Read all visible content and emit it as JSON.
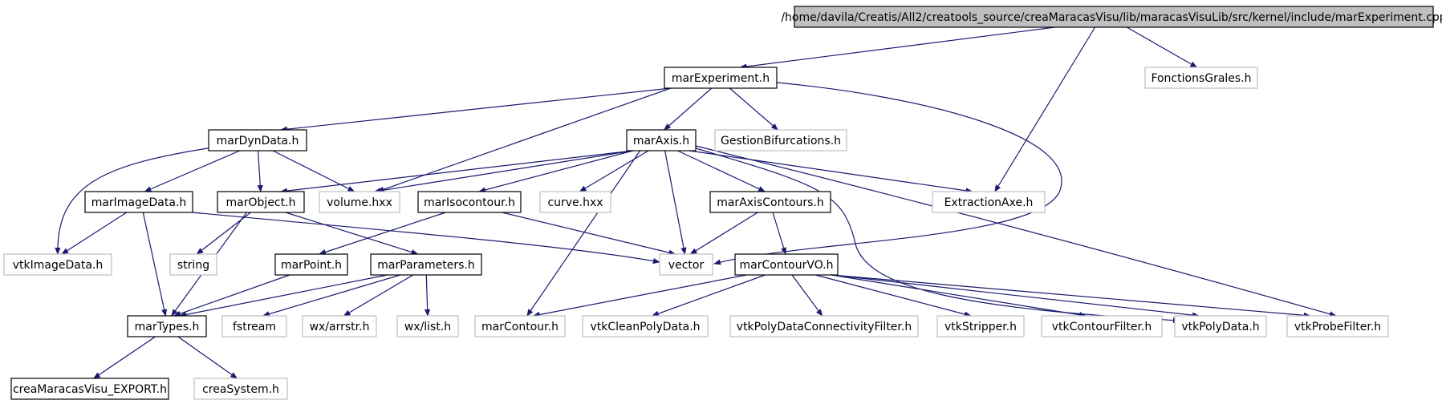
{
  "diagram": {
    "colors": {
      "edge": "#191970",
      "root_fill": "#bfbfbf",
      "documented_border": "#000000",
      "undocumented_border": "#bfbfbf",
      "node_fill": "#ffffff"
    },
    "nodes": [
      {
        "id": "root",
        "label": "/home/davila/Creatis/All2/creatools_source/creaMaracasVisu/lib/maracasVisuLib/src/kernel/include/marExperiment.cpp",
        "style": "root"
      },
      {
        "id": "marExperiment",
        "label": "marExperiment.h",
        "style": "documented"
      },
      {
        "id": "FonctionsGrales",
        "label": "FonctionsGrales.h",
        "style": "external"
      },
      {
        "id": "marDynData",
        "label": "marDynData.h",
        "style": "documented"
      },
      {
        "id": "marAxis",
        "label": "marAxis.h",
        "style": "documented"
      },
      {
        "id": "GestionBifurcations",
        "label": "GestionBifurcations.h",
        "style": "external"
      },
      {
        "id": "marImageData",
        "label": "marImageData.h",
        "style": "documented"
      },
      {
        "id": "marObject",
        "label": "marObject.h",
        "style": "documented"
      },
      {
        "id": "volume",
        "label": "volume.hxx",
        "style": "external"
      },
      {
        "id": "marIsocontour",
        "label": "marIsocontour.h",
        "style": "documented"
      },
      {
        "id": "curve",
        "label": "curve.hxx",
        "style": "external"
      },
      {
        "id": "marAxisContours",
        "label": "marAxisContours.h",
        "style": "documented"
      },
      {
        "id": "ExtractionAxe",
        "label": "ExtractionAxe.h",
        "style": "external"
      },
      {
        "id": "vtkImageData",
        "label": "vtkImageData.h",
        "style": "external"
      },
      {
        "id": "string",
        "label": "string",
        "style": "external"
      },
      {
        "id": "marPoint",
        "label": "marPoint.h",
        "style": "documented"
      },
      {
        "id": "marParameters",
        "label": "marParameters.h",
        "style": "documented"
      },
      {
        "id": "vector",
        "label": "vector",
        "style": "external"
      },
      {
        "id": "marContourVO",
        "label": "marContourVO.h",
        "style": "documented"
      },
      {
        "id": "marTypes",
        "label": "marTypes.h",
        "style": "documented"
      },
      {
        "id": "fstream",
        "label": "fstream",
        "style": "external"
      },
      {
        "id": "arrstr",
        "label": "wx/arrstr.h",
        "style": "external"
      },
      {
        "id": "wxlist",
        "label": "wx/list.h",
        "style": "external"
      },
      {
        "id": "marContour",
        "label": "marContour.h",
        "style": "external"
      },
      {
        "id": "vtkCleanPolyData",
        "label": "vtkCleanPolyData.h",
        "style": "external"
      },
      {
        "id": "vtkPolyDataConnectivityFilter",
        "label": "vtkPolyDataConnectivityFilter.h",
        "style": "external"
      },
      {
        "id": "vtkStripper",
        "label": "vtkStripper.h",
        "style": "external"
      },
      {
        "id": "vtkContourFilter",
        "label": "vtkContourFilter.h",
        "style": "external"
      },
      {
        "id": "vtkPolyData",
        "label": "vtkPolyData.h",
        "style": "external"
      },
      {
        "id": "vtkProbeFilter",
        "label": "vtkProbeFilter.h",
        "style": "external"
      },
      {
        "id": "creaMaracasVisuExport",
        "label": "creaMaracasVisu_EXPORT.h",
        "style": "documented"
      },
      {
        "id": "creaSystem",
        "label": "creaSystem.h",
        "style": "external"
      }
    ],
    "edges": [
      [
        "root",
        "marExperiment"
      ],
      [
        "root",
        "FonctionsGrales"
      ],
      [
        "root",
        "ExtractionAxe"
      ],
      [
        "marExperiment",
        "marDynData"
      ],
      [
        "marExperiment",
        "volume"
      ],
      [
        "marExperiment",
        "marAxis"
      ],
      [
        "marExperiment",
        "GestionBifurcations"
      ],
      [
        "marExperiment",
        "vector"
      ],
      [
        "marDynData",
        "vtkImageData"
      ],
      [
        "marDynData",
        "marImageData"
      ],
      [
        "marDynData",
        "marObject"
      ],
      [
        "marDynData",
        "volume"
      ],
      [
        "marAxis",
        "marObject"
      ],
      [
        "marAxis",
        "volume"
      ],
      [
        "marAxis",
        "marIsocontour"
      ],
      [
        "marAxis",
        "curve"
      ],
      [
        "marAxis",
        "marAxisContours"
      ],
      [
        "marAxis",
        "ExtractionAxe"
      ],
      [
        "marAxis",
        "vector"
      ],
      [
        "marAxis",
        "marContour"
      ],
      [
        "marAxis",
        "vtkPolyData"
      ],
      [
        "marAxis",
        "vtkProbeFilter"
      ],
      [
        "marImageData",
        "vtkImageData"
      ],
      [
        "marImageData",
        "marTypes"
      ],
      [
        "marImageData",
        "vector"
      ],
      [
        "marObject",
        "string"
      ],
      [
        "marObject",
        "marTypes"
      ],
      [
        "marObject",
        "marParameters"
      ],
      [
        "marIsocontour",
        "marPoint"
      ],
      [
        "marIsocontour",
        "vector"
      ],
      [
        "marAxisContours",
        "vector"
      ],
      [
        "marAxisContours",
        "marContourVO"
      ],
      [
        "marPoint",
        "marTypes"
      ],
      [
        "marParameters",
        "marTypes"
      ],
      [
        "marParameters",
        "fstream"
      ],
      [
        "marParameters",
        "arrstr"
      ],
      [
        "marParameters",
        "wxlist"
      ],
      [
        "marContourVO",
        "marContour"
      ],
      [
        "marContourVO",
        "vtkCleanPolyData"
      ],
      [
        "marContourVO",
        "vtkPolyDataConnectivityFilter"
      ],
      [
        "marContourVO",
        "vtkStripper"
      ],
      [
        "marContourVO",
        "vtkContourFilter"
      ],
      [
        "marContourVO",
        "vtkPolyData"
      ],
      [
        "marContourVO",
        "vtkProbeFilter"
      ],
      [
        "marTypes",
        "creaMaracasVisuExport"
      ],
      [
        "marTypes",
        "creaSystem"
      ]
    ]
  }
}
